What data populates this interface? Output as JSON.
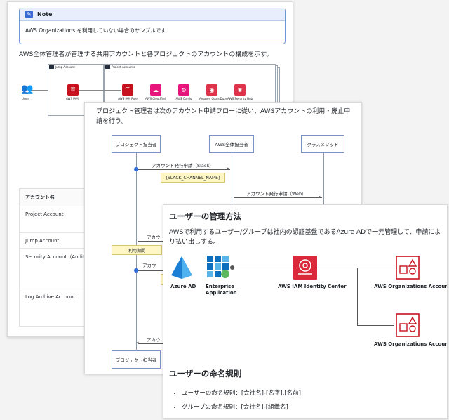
{
  "panel1": {
    "note_title": "Note",
    "note_text": "AWS Organizations を利用していない場合のサンプルです",
    "intro": "AWS全体管理者が管理する共用アカウントと各プロジェクトのアカウントの構成を示す。",
    "diagram": {
      "users_label": "Users",
      "jump_account": "Jump Account",
      "project_accounts": "Project Accounts",
      "iam_label": "AWS IAM",
      "services": [
        {
          "label": "AWS IAM Role",
          "color": "#c7131f",
          "icon": "role-icon"
        },
        {
          "label": "AWS CloudTrail",
          "color": "#e7157b",
          "icon": "cloudtrail-icon"
        },
        {
          "label": "AWS Config",
          "color": "#e7157b",
          "icon": "config-icon"
        },
        {
          "label": "Amazon GuardDuty",
          "color": "#dd344c",
          "icon": "guardduty-icon"
        },
        {
          "label": "AWS Security Hub",
          "color": "#dd344c",
          "icon": "securityhub-icon"
        }
      ]
    },
    "table": {
      "header": "アカウント名",
      "rows": [
        "Project Account",
        "Jump Account",
        "Security Account（Audit Ac",
        "Log Archive Account"
      ]
    }
  },
  "panel2": {
    "intro": "プロジェクト管理者は次のアカウント申請フローに従い、AWSアカウントの利用・廃止申請を行う。",
    "actors": [
      "プロジェクト担当者",
      "AWS全体担当者",
      "クラスメソッド"
    ],
    "bottom_actor": "プロジェクト担当者",
    "messages": {
      "m1": "アカウント発行申請（Slack）",
      "m1_note": "[SLACK_CHANNEL_NAME]",
      "m2": "アカウント発行申請（Web）",
      "m3": "アカウ",
      "note_period": "利用期間",
      "m4": "アカウ",
      "m5": "アカウ"
    }
  },
  "panel3": {
    "heading": "ユーザーの管理方法",
    "para": "AWSで利用するユーザー/グループは社内の認証基盤であるAzure ADで一元管理して、申請により払い出しする。",
    "nodes": {
      "azure": "Azure AD",
      "enterprise": "Enterprise\nApplication",
      "identity_center": "AWS IAM Identity Center",
      "org1": "AWS Organizations Account",
      "org2": "AWS Organizations Account"
    },
    "heading2": "ユーザーの命名規則",
    "bullets": [
      "ユーザーの命名規則：[会社名]-[名字].[名前]",
      "グループの命名規則：[会社名]-[組織名]"
    ]
  }
}
